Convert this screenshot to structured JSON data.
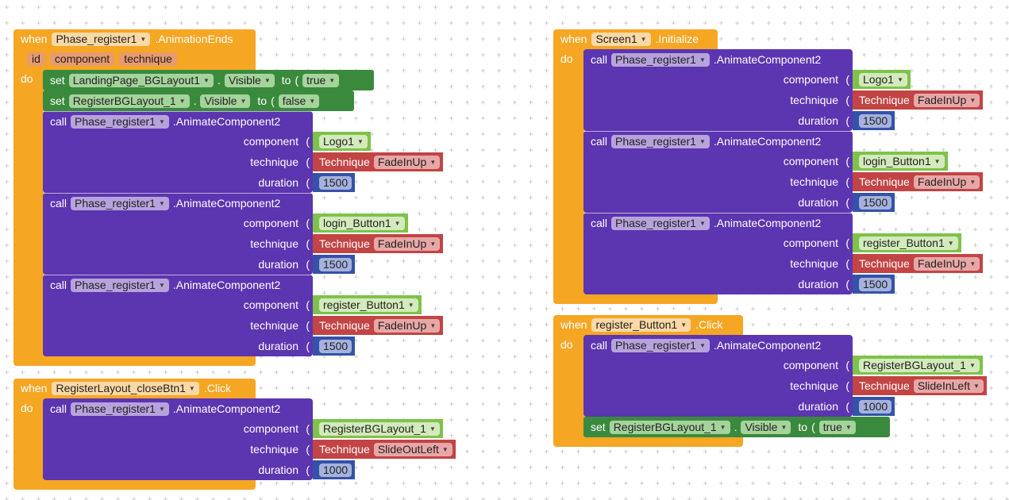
{
  "grid": {
    "spacing_note": "crosshair dot grid"
  },
  "colors": {
    "event": "#f5a623",
    "call": "#5c35b0",
    "set": "#3a8a3e",
    "component": "#7fc24b",
    "technique": "#c24444",
    "number": "#3452a8"
  },
  "keywords": {
    "when": "when",
    "do": "do",
    "call": "call",
    "set": "set",
    "to": "to",
    "dot": ".",
    "technique_label": "Technique",
    "component_arg": "component",
    "technique_arg": "technique",
    "duration_arg": "duration",
    "method": ".AnimateComponent2",
    "visible": "Visible",
    "animator": "Phase_register1"
  },
  "events": [
    {
      "component": "Phase_register1",
      "event": ".AnimationEnds",
      "params": [
        "id",
        "component",
        "technique"
      ],
      "sets": [
        {
          "component": "LandingPage_BGLayout1",
          "property": "Visible",
          "value": "true"
        },
        {
          "component": "RegisterBGLayout_1",
          "property": "Visible",
          "value": "false"
        }
      ],
      "calls": [
        {
          "component": "Logo1",
          "technique": "FadeInUp",
          "duration": "1500"
        },
        {
          "component": "login_Button1",
          "technique": "FadeInUp",
          "duration": "1500"
        },
        {
          "component": "register_Button1",
          "technique": "FadeInUp",
          "duration": "1500"
        }
      ]
    },
    {
      "component": "RegisterLayout_closeBtn1",
      "event": ".Click",
      "calls": [
        {
          "component": "RegisterBGLayout_1",
          "technique": "SlideOutLeft",
          "duration": "1000"
        }
      ]
    },
    {
      "component": "Screen1",
      "event": ".Initialize",
      "calls": [
        {
          "component": "Logo1",
          "technique": "FadeInUp",
          "duration": "1500"
        },
        {
          "component": "login_Button1",
          "technique": "FadeInUp",
          "duration": "1500"
        },
        {
          "component": "register_Button1",
          "technique": "FadeInUp",
          "duration": "1500"
        }
      ]
    },
    {
      "component": "register_Button1",
      "event": ".Click",
      "calls": [
        {
          "component": "RegisterBGLayout_1",
          "technique": "SlideInLeft",
          "duration": "1000"
        }
      ],
      "sets_after": [
        {
          "component": "RegisterBGLayout_1",
          "property": "Visible",
          "value": "true"
        }
      ]
    }
  ]
}
